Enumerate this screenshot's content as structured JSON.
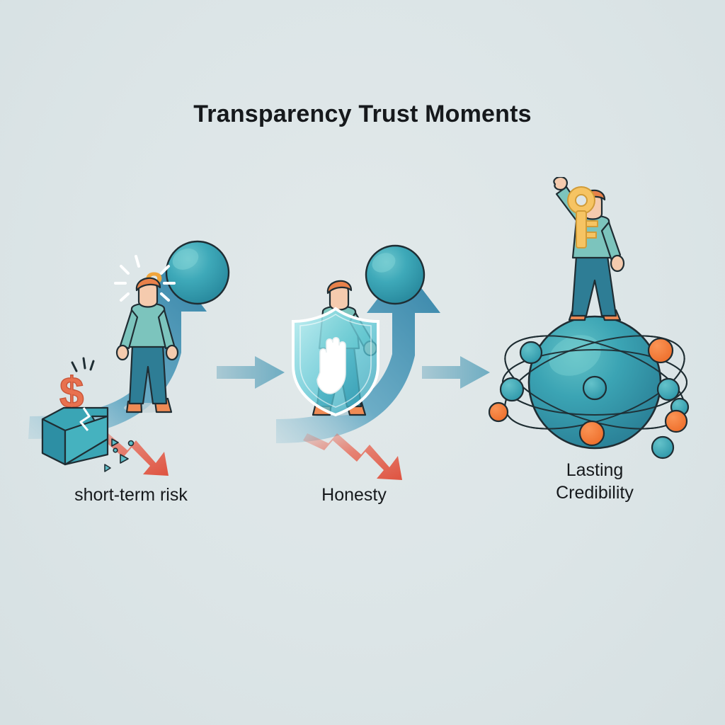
{
  "title": "Transparency Trust Moments",
  "background_color": "#dde5e7",
  "palette": {
    "teal": "#3aa5b5",
    "deep_teal": "#2e7d95",
    "arrow_blue": "#3d8cad",
    "connector_blue": "#8fb9c9",
    "red": "#e8604c",
    "orange": "#f07838",
    "gold": "#f5c260",
    "skin": "#f5cbae",
    "hair": "#e8814a",
    "shirt": "#7cc4bd",
    "pants": "#2e7d95",
    "shoe": "#ef8b55",
    "outline": "#1f2d33",
    "white": "#ffffff"
  },
  "stages": [
    {
      "id": "stage-1",
      "caption": "short-term risk",
      "icons": [
        "question-mark-icon",
        "dollar-sign-icon",
        "cracked-box-icon",
        "sphere-icon",
        "up-arrow-icon",
        "down-arrow-icon",
        "person-figure"
      ]
    },
    {
      "id": "stage-2",
      "caption": "Honesty",
      "icons": [
        "shield-icon",
        "open-palm-icon",
        "sphere-icon",
        "up-arrow-icon",
        "down-arrow-icon",
        "person-figure"
      ]
    },
    {
      "id": "stage-3",
      "caption": "Lasting\nCredibility",
      "icons": [
        "key-icon",
        "globe-network-icon",
        "person-figure"
      ]
    }
  ],
  "connectors": [
    {
      "id": "connector-1",
      "icon": "right-arrow-icon"
    },
    {
      "id": "connector-2",
      "icon": "right-arrow-icon"
    }
  ]
}
